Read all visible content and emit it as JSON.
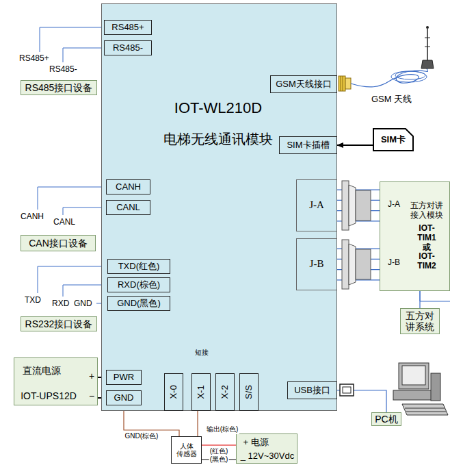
{
  "diagram": {
    "nodes": [
      {
        "text": [
          "IOT-WL210D",
          "电梯无线通讯模块"
        ]
      },
      {
        "text": [
          "RS485+"
        ],
        "in": 0
      },
      {
        "text": [
          "RS485-"
        ],
        "in": 0
      },
      {
        "text": [
          "GSM天线接口"
        ],
        "in": 0
      },
      {
        "text": [
          "SIM卡插槽"
        ],
        "in": 0
      },
      {
        "text": [
          "CANH"
        ],
        "in": 0
      },
      {
        "text": [
          "CANL"
        ],
        "in": 0
      },
      {
        "text": [
          "J-A"
        ],
        "in": 0
      },
      {
        "text": [
          "J-B"
        ],
        "in": 0
      },
      {
        "text": [
          "TXD(红色)"
        ],
        "in": 0
      },
      {
        "text": [
          "RXD(棕色)"
        ],
        "in": 0
      },
      {
        "text": [
          "GND(黑色)"
        ],
        "in": 0
      },
      {
        "text": [
          "PWR"
        ],
        "in": 0
      },
      {
        "text": [
          "GND"
        ],
        "in": 0
      },
      {
        "text": [
          "X-0"
        ],
        "in": 0
      },
      {
        "text": [
          "X-1"
        ],
        "in": 0
      },
      {
        "text": [
          "X-2"
        ],
        "in": 0
      },
      {
        "text": [
          "S/S"
        ],
        "in": 0
      },
      {
        "text": [
          "USB接口"
        ],
        "in": 0
      },
      {
        "text": [
          "RS485接口设备"
        ]
      },
      {
        "text": [
          "SIM卡"
        ]
      },
      {
        "text": [
          "J-A",
          "五方对讲 接入模块",
          "IOT-TIM1 或 IOT-TIM2",
          "J-B"
        ]
      },
      {
        "text": [
          "CAN接口设备"
        ]
      },
      {
        "text": [
          "RS232接口设备"
        ]
      },
      {
        "text": [
          "直流电源",
          "+",
          "IOT-UPS12D",
          "−"
        ]
      },
      {
        "text": [
          "五方对 讲系统"
        ]
      },
      {
        "text": [
          "PC机"
        ]
      },
      {
        "text": [
          "人体 传感器"
        ]
      },
      {
        "text": [
          "+ 电源",
          "_ 12V~30Vdc"
        ]
      }
    ],
    "edges": [
      {
        "from": 20,
        "to": 4,
        "arrow": "to"
      },
      {
        "from": 7,
        "to": 21,
        "arrow": "none"
      },
      {
        "from": 8,
        "to": 21,
        "arrow": "none"
      },
      {
        "from": 21,
        "to": 25,
        "arrow": "none"
      },
      {
        "from": 18,
        "to": 26,
        "arrow": "none"
      },
      {
        "from": 24,
        "to": 12,
        "arrow": "none"
      },
      {
        "from": 24,
        "to": 13,
        "arrow": "none"
      },
      {
        "from": 12,
        "to": 17,
        "label": "短接",
        "arrow": "none"
      },
      {
        "from": 13,
        "to": 27,
        "label": "GND(棕色)",
        "arrow": "none"
      },
      {
        "from": 15,
        "to": 27,
        "label": "输出(棕色)",
        "arrow": "none"
      },
      {
        "from": 27,
        "to": 28,
        "label": "(红色)",
        "arrow": "none"
      },
      {
        "from": 27,
        "to": 28,
        "label": "(黑色)",
        "arrow": "none"
      }
    ],
    "labels": [
      "RS485+",
      "RS485-",
      "CANH",
      "CANL",
      "TXD",
      "RXD",
      "GND",
      "GSM 天线"
    ]
  }
}
